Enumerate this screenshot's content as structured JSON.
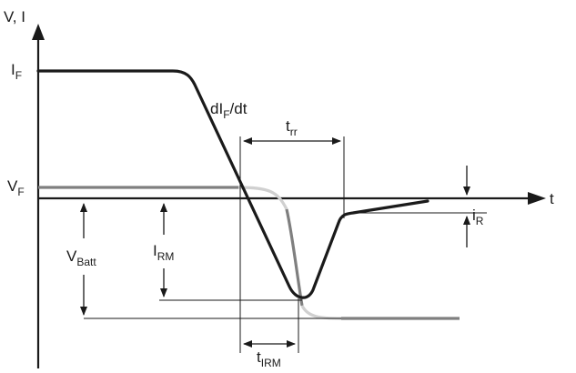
{
  "axes": {
    "y_label": "V, I",
    "x_label": "t"
  },
  "labels": {
    "if_main": "I",
    "if_sub": "F",
    "vf_main": "V",
    "vf_sub": "F",
    "didt_main": "dI",
    "didt_sub": "F",
    "didt_tail": "/dt",
    "trr_main": "t",
    "trr_sub": "rr",
    "ir_main": "i",
    "ir_sub": "R",
    "vbatt_main": "V",
    "vbatt_sub": "Batt",
    "irm_main": "I",
    "irm_sub": "RM",
    "tirm_main": "t",
    "tirm_sub": "IRM"
  },
  "colors": {
    "current": "#1a1a1a",
    "voltage_dark": "#7f7f7f",
    "voltage_light": "#d0d0d0",
    "axis": "#1a1a1a",
    "annotation": "#1a1a1a"
  }
}
